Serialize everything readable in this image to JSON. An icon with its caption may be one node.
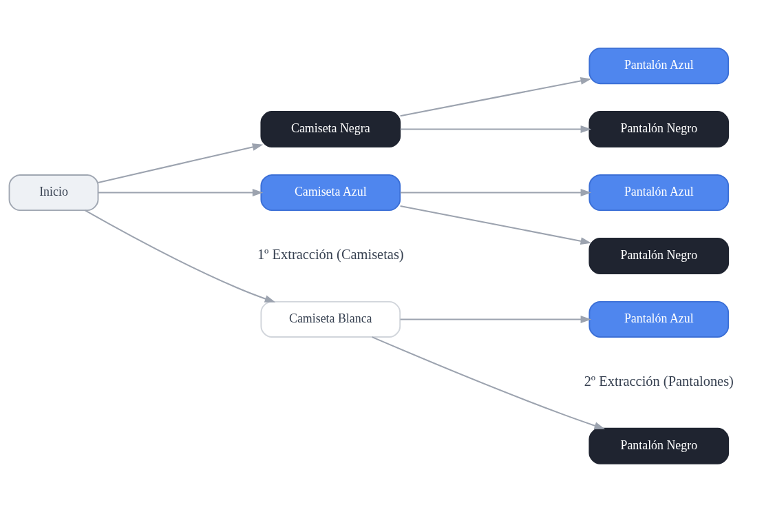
{
  "diagram": {
    "nodes": [
      {
        "text": [
          "Inicio"
        ]
      },
      {
        "text": [
          "Camiseta Blanca"
        ]
      },
      {
        "text": [
          "Camiseta Negra"
        ]
      },
      {
        "text": [
          "Camiseta Azul"
        ]
      },
      {
        "text": [
          "Pantalón Negro"
        ]
      },
      {
        "text": [
          "Pantalón Azul"
        ]
      },
      {
        "text": [
          "Pantalón Negro"
        ]
      },
      {
        "text": [
          "Pantalón Azul"
        ]
      },
      {
        "text": [
          "Pantalón Negro"
        ]
      },
      {
        "text": [
          "Pantalón Azul"
        ]
      }
    ],
    "edges": [
      {
        "from": 0,
        "to": 1,
        "arrow": "to"
      },
      {
        "from": 0,
        "to": 2,
        "arrow": "to"
      },
      {
        "from": 0,
        "to": 3,
        "arrow": "to"
      },
      {
        "from": 1,
        "to": 4,
        "arrow": "to"
      },
      {
        "from": 1,
        "to": 5,
        "arrow": "to"
      },
      {
        "from": 2,
        "to": 6,
        "arrow": "to"
      },
      {
        "from": 2,
        "to": 7,
        "arrow": "to"
      },
      {
        "from": 3,
        "to": 8,
        "arrow": "to"
      },
      {
        "from": 3,
        "to": 9,
        "arrow": "to"
      }
    ],
    "labels": [
      "1º Extracción (Camisetas)",
      "2º Extracción (Pantalones)"
    ]
  }
}
